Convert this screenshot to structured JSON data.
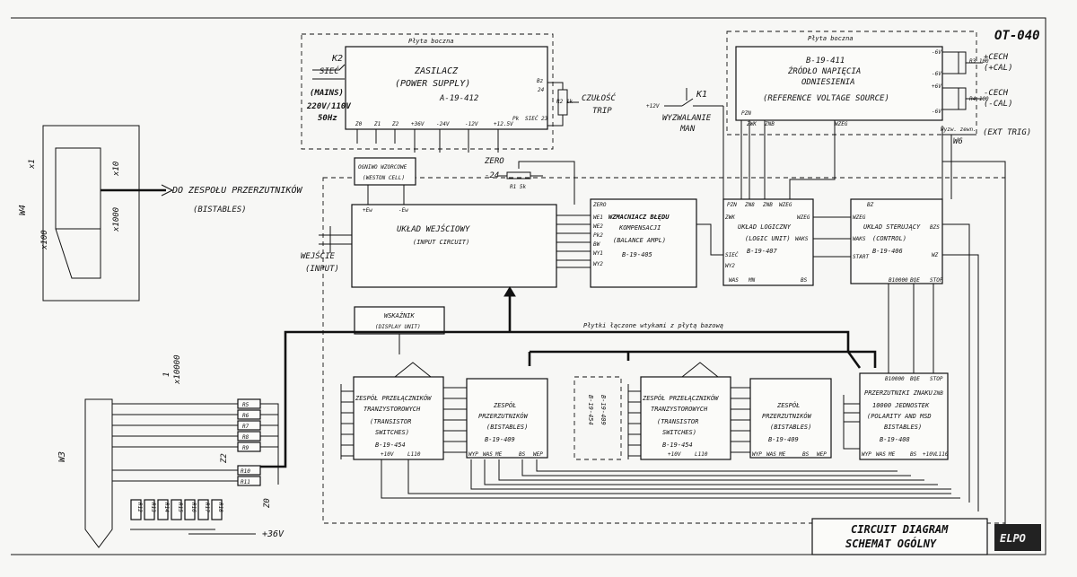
{
  "sheet": {
    "code": "OT-040",
    "title_line1": "CIRCUIT DIAGRAM",
    "title_line2": "SCHEMAT OGÓLNY",
    "logo": "ELPO"
  },
  "side_board_labels": [
    "Płyta boczna",
    "Płyta boczna",
    "Płytki łączone wtykami z płytą bazową"
  ],
  "blocks": {
    "power": {
      "l1": "ZASILACZ",
      "l2": "(POWER SUPPLY)",
      "code": "A-19-412",
      "pins": [
        "Z0",
        "Z1",
        "Z2",
        "+36V",
        "-24V",
        "-12V",
        "+12.5V"
      ],
      "right_pins": [
        "Bz",
        "24",
        "Pk",
        "SIEĆ 23"
      ]
    },
    "weston": {
      "l1": "OGNIWO WZORCOWE",
      "l2": "(WESTON CELL)"
    },
    "input": {
      "l1": "UKŁAD WEJŚCIOWY",
      "l2": "(INPUT CIRCUIT)",
      "pins": [
        "+Ew",
        "-Ew"
      ]
    },
    "balance": {
      "l1": "WZMACNIACZ BŁĘDU",
      "l2": "KOMPENSACJI",
      "l3": "(BALANCE AMPL)",
      "code": "B-19-405",
      "pins": [
        "ZERO",
        "WE1",
        "WE2",
        "Pk2",
        "BW",
        "WY1",
        "WY2"
      ]
    },
    "logic": {
      "l1": "UKŁAD LOGICZNY",
      "l2": "(LOGIC UNIT)",
      "code": "B-19-407",
      "pins": [
        "PZN",
        "ZN8",
        "ZNB",
        "WZEG",
        "WZEG",
        "ZWK",
        "WAKS",
        "SIEĆ",
        "WY2",
        "WAS",
        "MN",
        "BS"
      ]
    },
    "control": {
      "l1": "UKŁAD STERUJĄCY",
      "l2": "(CONTROL)",
      "code": "B-19-406",
      "pins": [
        "BZ",
        "WZEG",
        "WAKS",
        "START",
        "BZS",
        "WZ",
        "B10000",
        "BQE",
        "STOP"
      ]
    },
    "reference": {
      "l1": "B-19-411",
      "l2": "ŹRÓDŁO NAPIĘCIA",
      "l3": "ODNIESIENIA",
      "l4": "(REFERENCE VOLTAGE SOURCE)",
      "pins": [
        "PZN",
        "ZWK",
        "ZNB",
        "WZEG",
        "-6V",
        "-6V",
        "+6V",
        "-6V"
      ]
    },
    "display": {
      "l1": "WSKAŹNIK",
      "l2": "(DISPLAY UNIT)"
    },
    "switches1": {
      "l1": "ZESPÓŁ PRZEŁĄCZNIKÓW",
      "l2": "TRANZYSTOROWYCH",
      "l3": "(TRANSISTOR",
      "l4": "SWITCHES)",
      "code": "B-19-454",
      "pins": [
        "+10V",
        "L110"
      ]
    },
    "bistables1": {
      "l1": "ZESPÓŁ",
      "l2": "PRZERZUTNIKÓW",
      "l3": "(BISTABLES)",
      "code": "B-19-409",
      "pins": [
        "WYP",
        "WAS",
        "ME",
        "BS",
        "WEP"
      ]
    },
    "bistables_mid": {
      "l1": "B-19-454",
      "l2": "B-19-409"
    },
    "switches2": {
      "l1": "ZESPÓŁ PRZEŁĄCZNIKÓW",
      "l2": "TRANZYSTOROWYCH",
      "l3": "(TRANSISTOR",
      "l4": "SWITCHES)",
      "code": "B-19-454",
      "pins": [
        "+10V",
        "L110"
      ]
    },
    "bistables2": {
      "l1": "ZESPÓŁ",
      "l2": "PRZERZUTNIKÓW",
      "l3": "(BISTABLES)",
      "code": "B-19-409",
      "pins": [
        "WYP",
        "WAS",
        "ME",
        "BS",
        "WEP"
      ]
    },
    "msd": {
      "l1": "PRZERZUTNIKI ZNAKU",
      "l2": "10000 JEDNOSTEK",
      "l3": "(POLARITY AND MSD",
      "l4": "BISTABLES)",
      "code": "B-19-408",
      "pins": [
        "B10000",
        "BQE",
        "STOP",
        "ZNB",
        "WYP",
        "WAS",
        "ME",
        "BS",
        "+10V",
        "L110"
      ]
    }
  },
  "labels": {
    "k2": "K2",
    "siec": "SIEĆ",
    "mains": "(MAINS)",
    "voltage": "220V/110V",
    "freq": "50Hz",
    "czulosc": "CZUŁOŚĆ",
    "trip": "TRIP",
    "r2": "R2 1k",
    "k1": "K1",
    "plus12": "+12V",
    "wyzwalanie": "WYZWALANIE",
    "man": "MAN",
    "zero": "ZERO",
    "m24": "-24",
    "r1": "R1 5k",
    "wejscie": "WEJŚCIE",
    "input": "(INPUT)",
    "do_zespolu": "DO ZESPOŁU PRZERZUTNIKÓW",
    "bistables": "(BISTABLES)",
    "w4": "W4",
    "w3": "W3",
    "w6": "W6",
    "ext_trig": "(EXT TRIG)",
    "wyzw_zew": "Wyzw. zewn.",
    "cech_plus": "+CECH",
    "cal_plus": "(+CAL)",
    "cech_minus": "-CECH",
    "cal_minus": "(-CAL)",
    "r3": "R3 100",
    "r4": "R4 100",
    "x1": "x1",
    "x10": "x10",
    "x100": "x100",
    "x1000": "x1000",
    "x10000": "x10000",
    "one": "1",
    "plus36": "+36V",
    "z0": "Z0",
    "z2": "Z2",
    "resistors": [
      "R5",
      "R6",
      "R7",
      "R8",
      "R9",
      "R10",
      "R11"
    ],
    "vert_resistors": [
      "R12",
      "R13",
      "R14",
      "R15",
      "R16",
      "R17",
      "R18"
    ]
  }
}
